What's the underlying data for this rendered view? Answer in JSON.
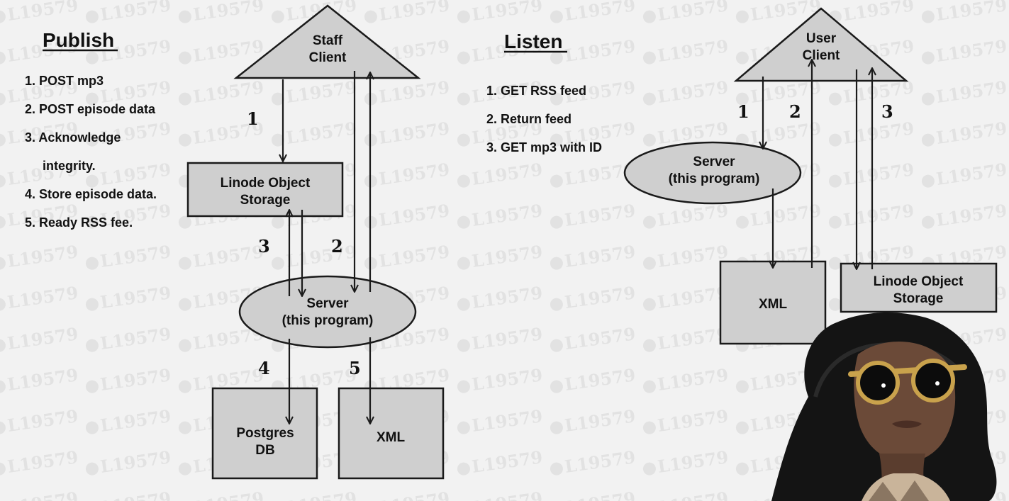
{
  "watermark": {
    "text": "L19579"
  },
  "colors": {
    "background": "#f2f2f2",
    "shape_fill": "#cfcfcf",
    "ink": "#111111"
  },
  "publish": {
    "title": "Publish",
    "steps": [
      "1. POST mp3",
      "2. POST episode data",
      "3. Acknowledge",
      "integrity.",
      "4. Store episode data.",
      "5. Ready RSS fee."
    ],
    "nodes": {
      "staff_client": [
        "Staff",
        "Client"
      ],
      "object_storage": [
        "Linode Object",
        "Storage"
      ],
      "server": [
        "Server",
        "(this program)"
      ],
      "postgres": [
        "Postgres",
        "DB"
      ],
      "xml": "XML"
    },
    "arrow_numbers": [
      "1",
      "3",
      "2",
      "4",
      "5"
    ]
  },
  "listen": {
    "title": "Listen",
    "steps": [
      "1. GET RSS feed",
      "2. Return feed",
      "3. GET mp3 with ID"
    ],
    "nodes": {
      "user_client": [
        "User",
        "Client"
      ],
      "server": [
        "Server",
        "(this program)"
      ],
      "xml": "XML",
      "object_storage": [
        "Linode Object",
        "Storage"
      ]
    },
    "arrow_numbers": [
      "1",
      "2",
      "3"
    ]
  },
  "photo": {
    "icon": "person-with-round-sunglasses"
  }
}
